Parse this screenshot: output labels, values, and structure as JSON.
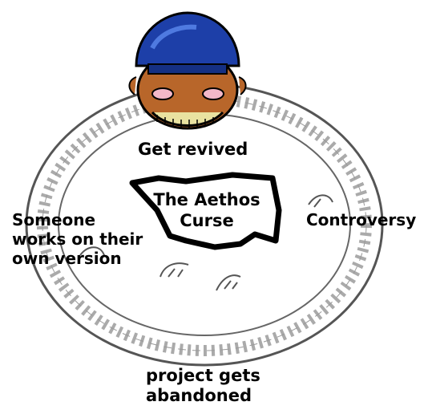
{
  "meme": {
    "center": "The Aethos\nCurse",
    "top": "Get revived",
    "left": "Someone\nworks on their\nown version",
    "right": "Controversy",
    "bottom": "project gets\nabandoned"
  },
  "icons": {
    "ouroboros": "serpent-ouroboros-icon",
    "head": "dragon-head-icon"
  },
  "colors": {
    "helmet": "#1d3fa8",
    "skin": "#b8662a",
    "outline": "#000000"
  }
}
